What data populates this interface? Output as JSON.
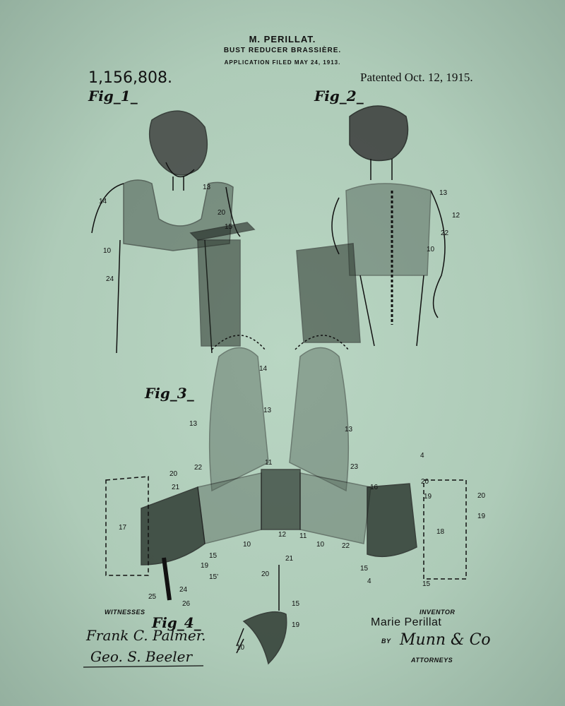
{
  "header": {
    "inventor": "M. PERILLAT.",
    "title": "BUST REDUCER BRASSIÈRE.",
    "filed": "APPLICATION FILED MAY 24, 1913.",
    "patent_number": "1,156,808.",
    "patent_date": "Patented Oct. 12, 1915."
  },
  "figures": {
    "fig1": "Fig_1_",
    "fig2": "Fig_2_",
    "fig3": "Fig_3_",
    "fig4": "Fig_4_"
  },
  "reference_numerals": {
    "fig1": [
      "14",
      "13",
      "20",
      "15",
      "10",
      "24"
    ],
    "fig2": [
      "13",
      "12",
      "22",
      "10"
    ],
    "fig3": [
      "14",
      "13",
      "13",
      "13",
      "23",
      "20",
      "21",
      "22",
      "11",
      "16",
      "20",
      "20",
      "19",
      "19",
      "17",
      "18",
      "12",
      "11",
      "10",
      "10",
      "22",
      "15",
      "19",
      "15'",
      "25",
      "24",
      "26",
      "15",
      "4",
      "4",
      "15"
    ],
    "fig4": [
      "21",
      "20",
      "15",
      "19",
      "10"
    ]
  },
  "footer": {
    "witnesses_label": "WITNESSES",
    "witness_1": "Frank C. Palmer.",
    "witness_2": "Geo. S. Beeler",
    "inventor_label": "INVENTOR",
    "inventor_signature": "Marie Perillat",
    "by_label": "BY",
    "attorney_signature": "Munn & Co",
    "attorneys_label": "ATTORNEYS"
  },
  "colors": {
    "paper": "#b3d0bd",
    "ink": "#111111"
  }
}
